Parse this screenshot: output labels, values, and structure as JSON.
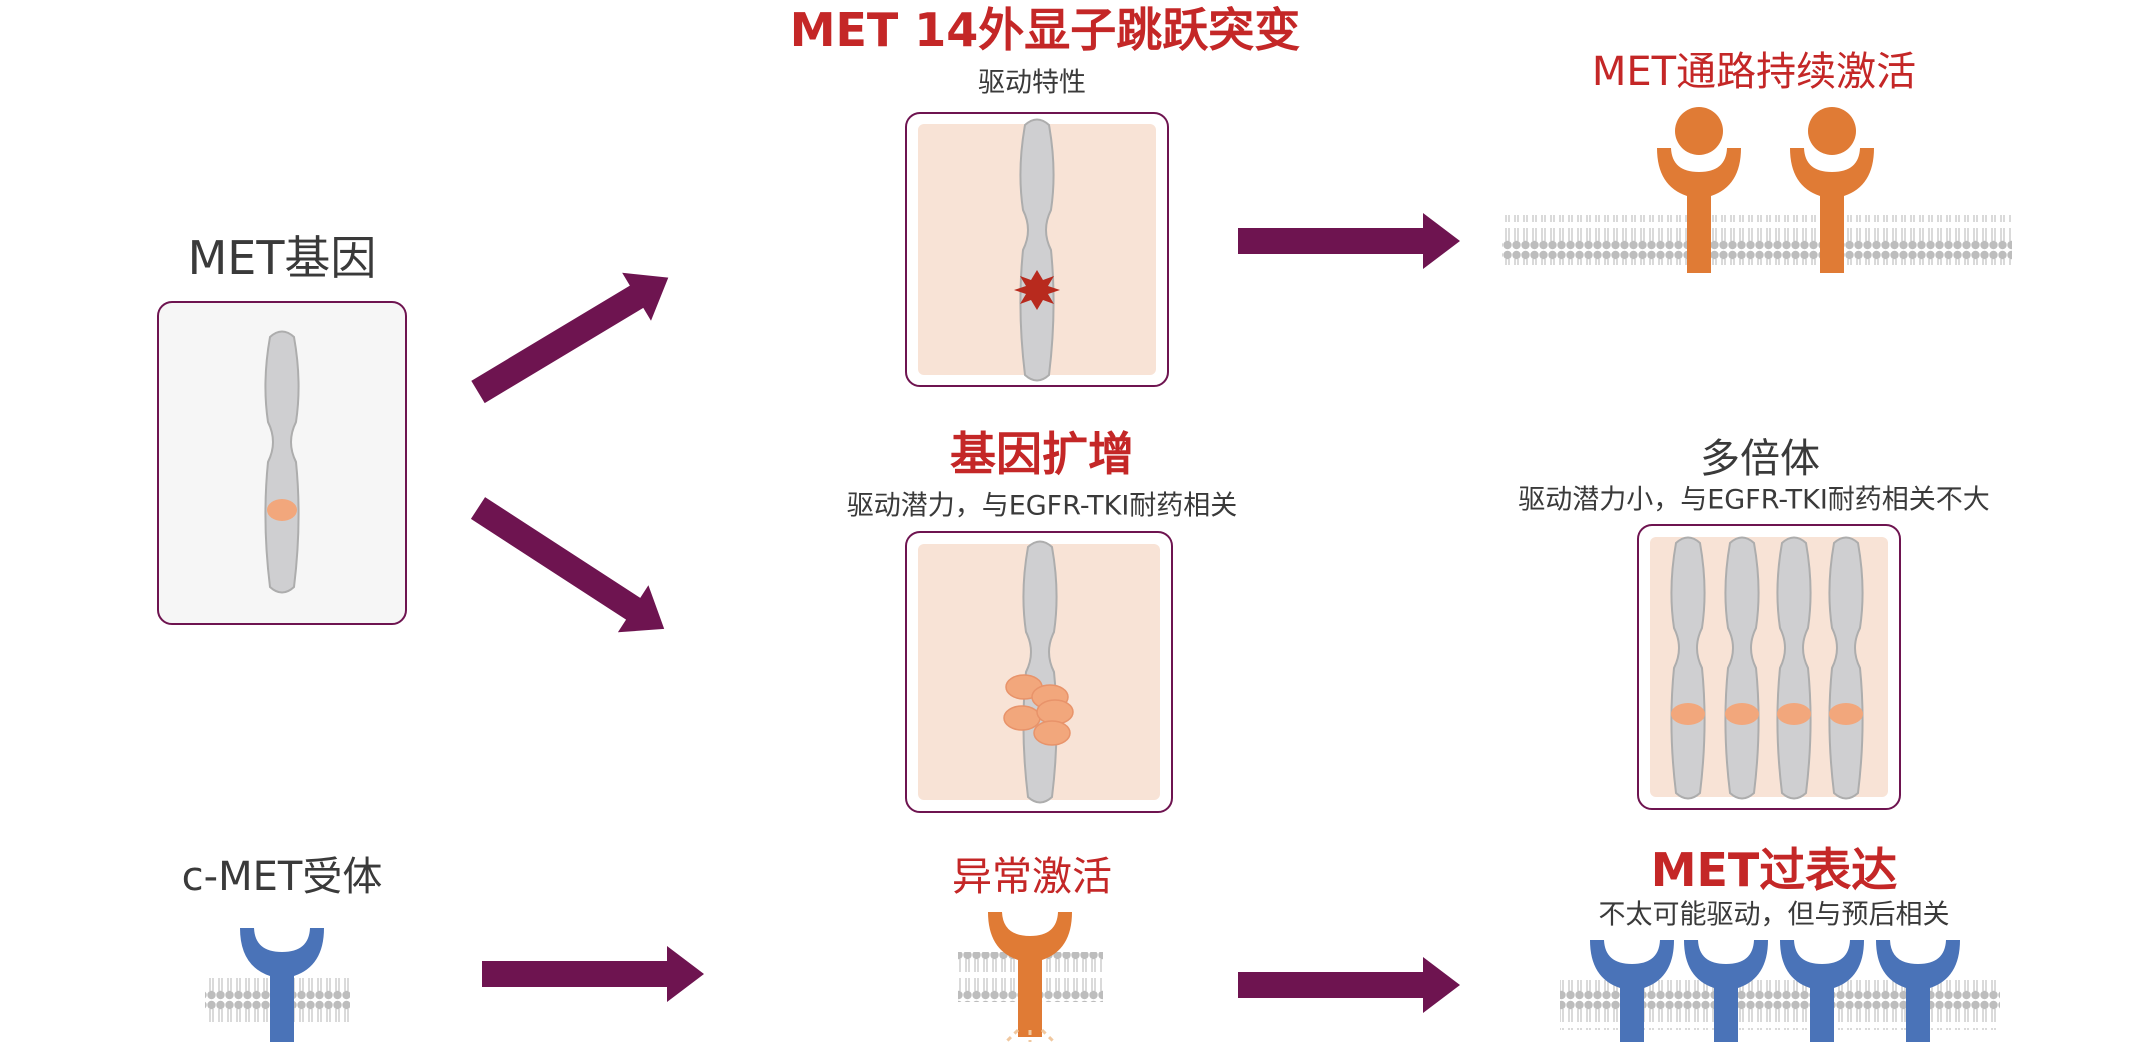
{
  "labels": {
    "met_gene": "MET基因",
    "exon14_title": "MET 14外显子跳跃突变",
    "exon14_sub": "驱动特性",
    "pathway_title": "MET通路持续激活",
    "amp_title": "基因扩增",
    "amp_sub": "驱动潜力，与EGFR-TKI耐药相关",
    "poly_title": "多倍体",
    "poly_sub": "驱动潜力小，与EGFR-TKI耐药相关不大",
    "receptor_title": "c-MET受体",
    "abnormal_title": "异常激活",
    "overexp_title": "MET过表达",
    "overexp_sub": "不太可能驱动，但与预后相关"
  },
  "colors": {
    "title_red": "#c42727",
    "arrow_purple": "#6e1450",
    "receptor_orange": "#e07b35",
    "receptor_blue": "#4a73b8",
    "chromosome_gray": "#cfcfd1",
    "panel_fill": "#f8e3d6",
    "gene_band": "#f2a77c",
    "mutation_red": "#b82a1e"
  }
}
